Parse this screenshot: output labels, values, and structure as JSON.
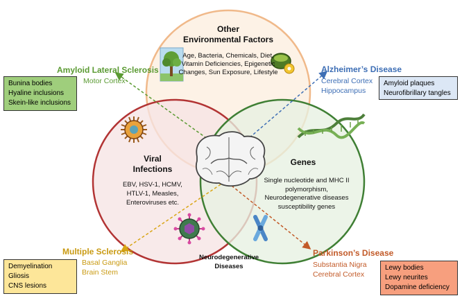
{
  "circles": {
    "environment": {
      "title_line1": "Other",
      "title_line2": "Environmental Factors",
      "text_lines": [
        "Age, Bacteria, Chemicals, Diet,",
        "Vitamin Deficiencies, Epigenetic",
        "Changes, Sun Exposure, Lifestyle"
      ],
      "fill": "#fdf2e6",
      "stroke": "#f0b98a"
    },
    "viral": {
      "title_line1": "Viral",
      "title_line2": "Infections",
      "text_lines": [
        "EBV, HSV-1, HCMV,",
        "HTLV-1, Measles,",
        "Enteroviruses etc."
      ],
      "fill": "#f6e4e4",
      "stroke": "#b23434"
    },
    "genes": {
      "title": "Genes",
      "text_lines": [
        "Single nucleotide and MHC II",
        "polymorphism,",
        "Neurodegenerative diseases",
        "susceptibility genes"
      ],
      "fill": "#e7f1e2",
      "stroke": "#3f7f34"
    }
  },
  "center_label_lines": [
    "Neurodegenerative",
    "Diseases"
  ],
  "diseases": {
    "als": {
      "title": "Amyloid Lateral Sclerosis",
      "locations": [
        "Motor Cortex"
      ],
      "features": [
        "Bunina bodies",
        "Hyaline inclusions",
        "Skein-like inclusions"
      ],
      "color": "#5a9a32",
      "box_fill": "#9fce7c"
    },
    "alzheimers": {
      "title": "Alzheimer’s Disease",
      "locations": [
        "Cerebral Cortex",
        "Hippocampus"
      ],
      "features": [
        "Amyloid plaques",
        "Neurofibrillary tangles"
      ],
      "color": "#3d6eb5",
      "box_fill": "#dce7f5"
    },
    "ms": {
      "title": "Multiple Sclerosis",
      "locations": [
        "Basal Ganglia",
        "Brain Stem"
      ],
      "features": [
        "Demyelination",
        "Gliosis",
        "CNS lesions"
      ],
      "color": "#c99a12",
      "box_fill": "#fde699"
    },
    "parkinsons": {
      "title": "Parkinson’s Disease",
      "locations": [
        "Substantia Nigra",
        "Cerebral Cortex"
      ],
      "features": [
        "Lewy bodies",
        "Lewy neurites",
        "Dopamine deficiency"
      ],
      "color": "#c25a28",
      "box_fill": "#f79f7e"
    }
  },
  "icons": [
    "tree-icon",
    "food-bowl-icon",
    "virus-icon",
    "virus-particle-icon",
    "dna-helix-icon",
    "chromosome-icon",
    "brain-icon"
  ]
}
